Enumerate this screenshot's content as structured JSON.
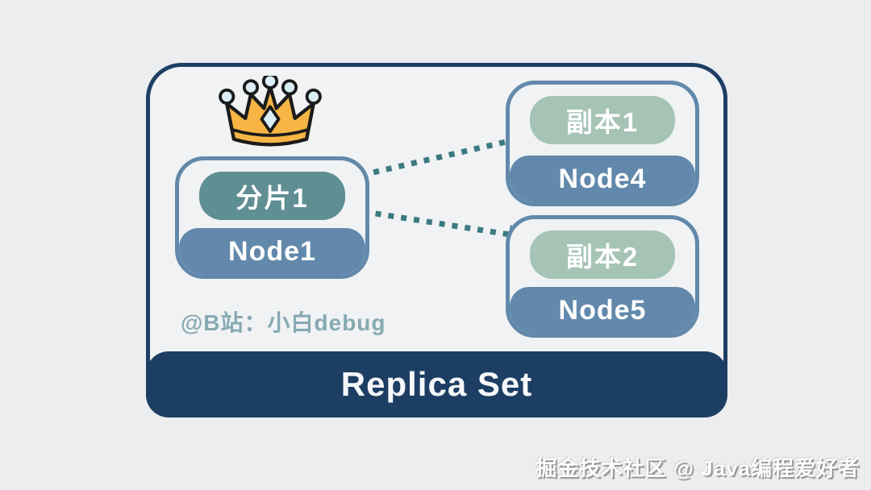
{
  "colors": {
    "bg": "#ecedef",
    "panel": "#f0f2f4",
    "navy": "#1d3e63",
    "steel": "#6289ab",
    "teal": "#5f8e93",
    "sage": "#a6c4b6",
    "arrow": "#3b7a81",
    "wmteal": "#87aab2",
    "gold": "#f6b545",
    "ink": "#1b1b1b",
    "iceblue": "#daeef6"
  },
  "diagram": {
    "banner_label": "Replica Set",
    "primary": {
      "shard_label": "分片1",
      "node_label": "Node1",
      "crown_icon": "crown-icon"
    },
    "replicas": [
      {
        "replica_label": "副本1",
        "node_label": "Node4"
      },
      {
        "replica_label": "副本2",
        "node_label": "Node5"
      }
    ]
  },
  "watermarks": {
    "bilibili": "@B站：小白debug",
    "bottom_right": "掘金技术社区 @ Java编程爱好者"
  }
}
